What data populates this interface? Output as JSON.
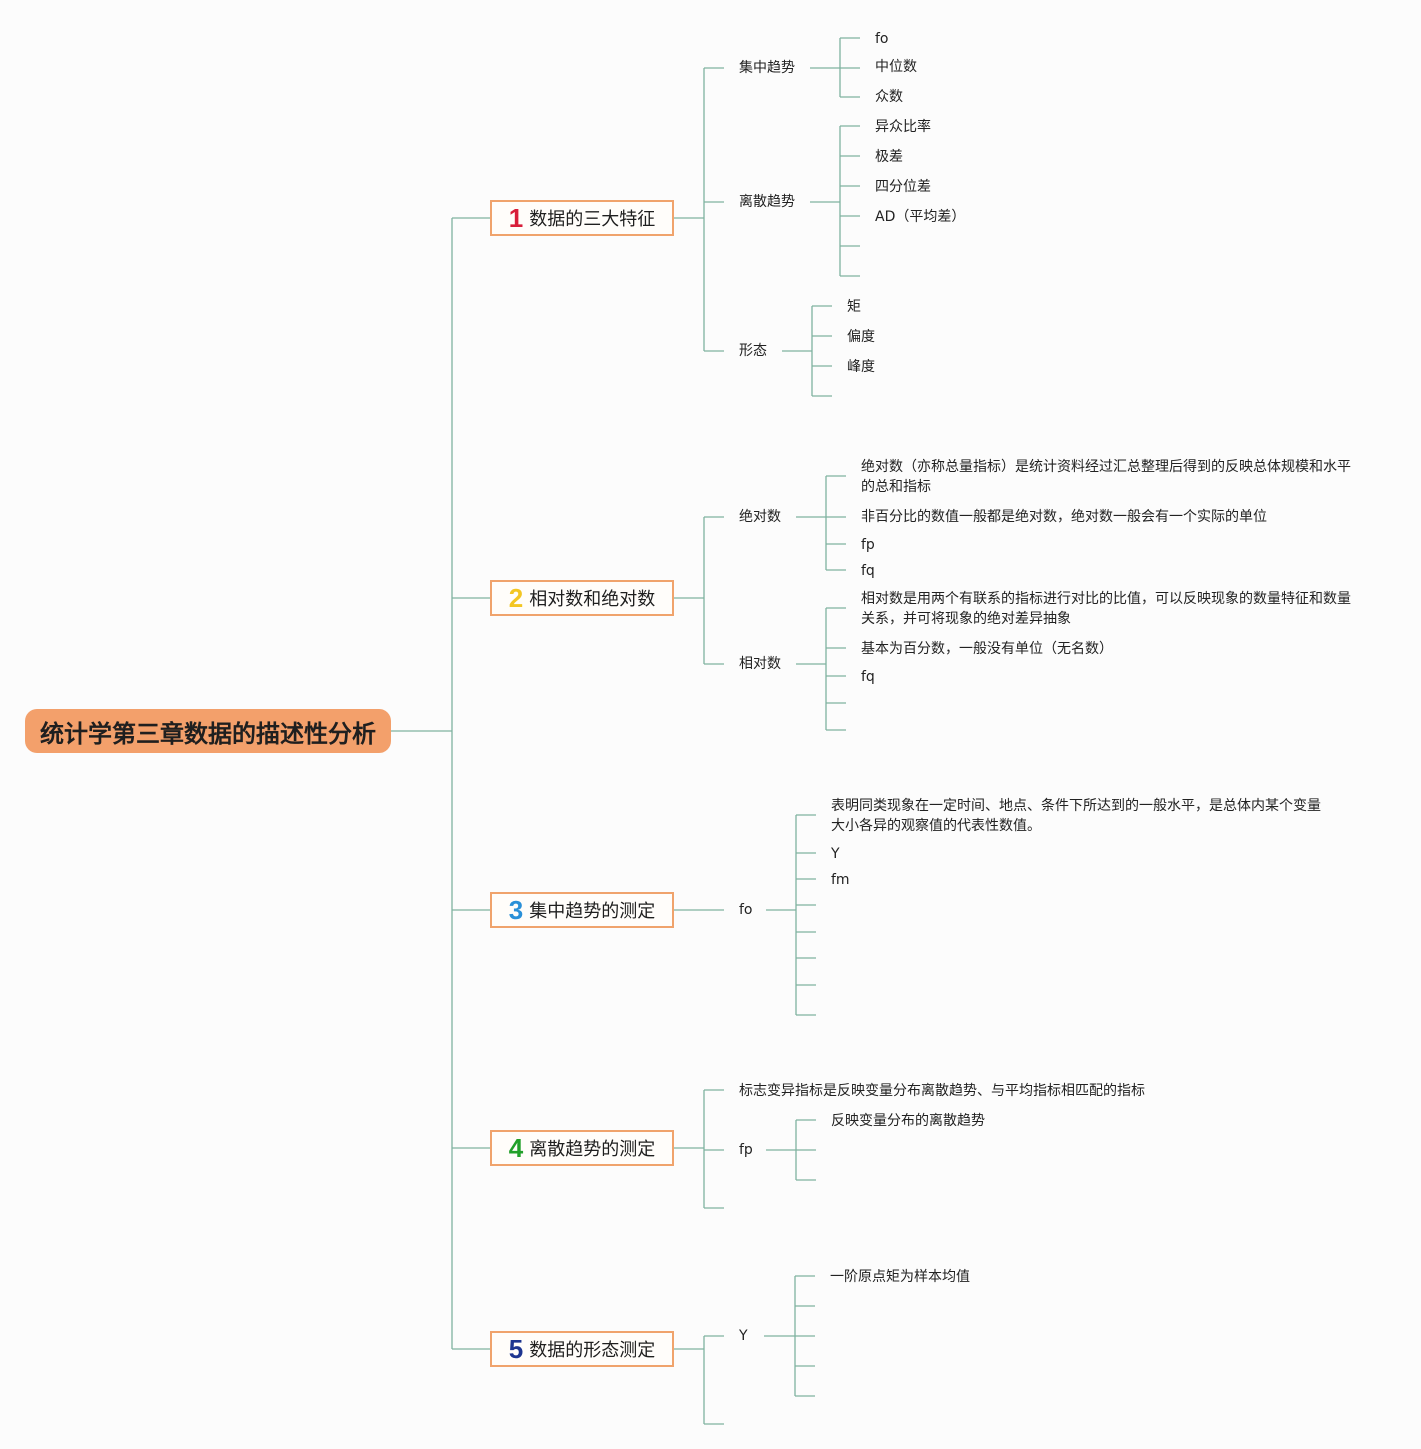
{
  "root": {
    "title": "统计学第三章数据的描述性分析"
  },
  "branches": [
    {
      "num": "1",
      "num_color": "#d81e3a",
      "label": "数据的三大特征",
      "children": [
        {
          "label": "集中趋势",
          "leaves": [
            "fo",
            "中位数",
            "众数"
          ]
        },
        {
          "label": "离散趋势",
          "leaves": [
            "异众比率",
            "极差",
            "四分位差",
            "AD（平均差）",
            "",
            ""
          ]
        },
        {
          "label": "形态",
          "leaves": [
            "矩",
            "偏度",
            "峰度",
            ""
          ]
        }
      ]
    },
    {
      "num": "2",
      "num_color": "#f3c623",
      "label": "相对数和绝对数",
      "children": [
        {
          "label": "绝对数",
          "leaves": [
            "绝对数（亦称总量指标）是统计资料经过汇总整理后得到的反映总体规模和水平的总和指标",
            "非百分比的数值一般都是绝对数，绝对数一般会有一个实际的单位",
            "fp",
            "fq"
          ]
        },
        {
          "label": "相对数",
          "leaves": [
            "相对数是用两个有联系的指标进行对比的比值，可以反映现象的数量特征和数量关系，并可将现象的绝对差异抽象",
            "基本为百分数，一般没有单位（无名数）",
            "fq",
            "",
            ""
          ]
        }
      ]
    },
    {
      "num": "3",
      "num_color": "#2a90d8",
      "label": "集中趋势的测定",
      "children": [
        {
          "label": "fo",
          "leaves": [
            "表明同类现象在一定时间、地点、条件下所达到的一般水平，是总体内某个变量大小各异的观察值的代表性数值。",
            "Y",
            "fm",
            "",
            "",
            "",
            "",
            ""
          ]
        }
      ]
    },
    {
      "num": "4",
      "num_color": "#22a02a",
      "label": "离散趋势的测定",
      "children": [
        {
          "label": "标志变异指标是反映变量分布离散趋势、与平均指标相匹配的指标",
          "leaves": []
        },
        {
          "label": "fp",
          "leaves": [
            "反映变量分布的离散趋势",
            "",
            ""
          ]
        }
      ]
    },
    {
      "num": "5",
      "num_color": "#1d3590",
      "label": "数据的形态测定",
      "children": [
        {
          "label": "Y",
          "leaves": [
            "一阶原点矩为样本均值",
            "",
            "",
            "",
            ""
          ]
        }
      ]
    }
  ]
}
